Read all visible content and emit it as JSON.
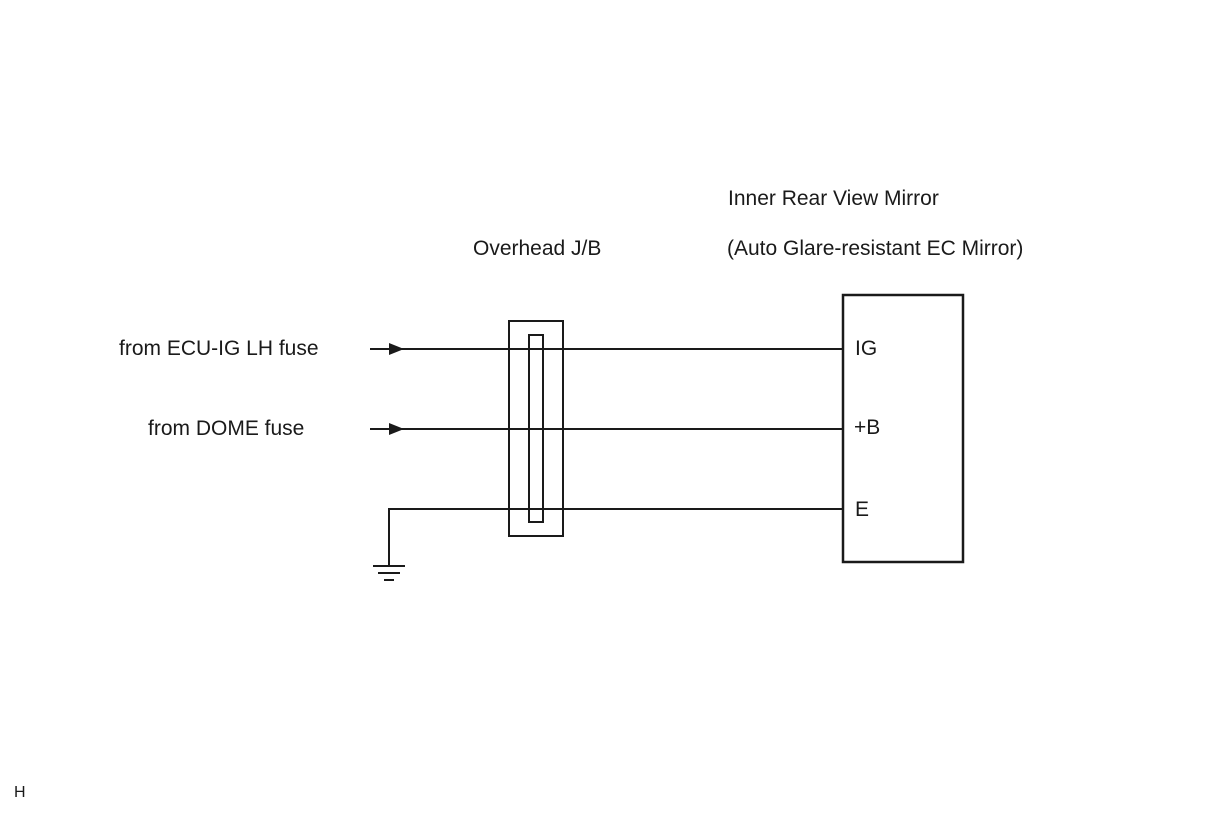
{
  "mirror": {
    "title": "Inner Rear View Mirror",
    "subtitle": "(Auto Glare-resistant EC Mirror)",
    "pins": {
      "ig": "IG",
      "b": "+B",
      "e": "E"
    }
  },
  "junction_block": {
    "label": "Overhead J/B"
  },
  "sources": {
    "ig_fuse": "from ECU-IG LH fuse",
    "dome_fuse": "from DOME fuse"
  },
  "figure_code": "H",
  "colors": {
    "line": "#1a1a1a",
    "background": "#ffffff"
  }
}
